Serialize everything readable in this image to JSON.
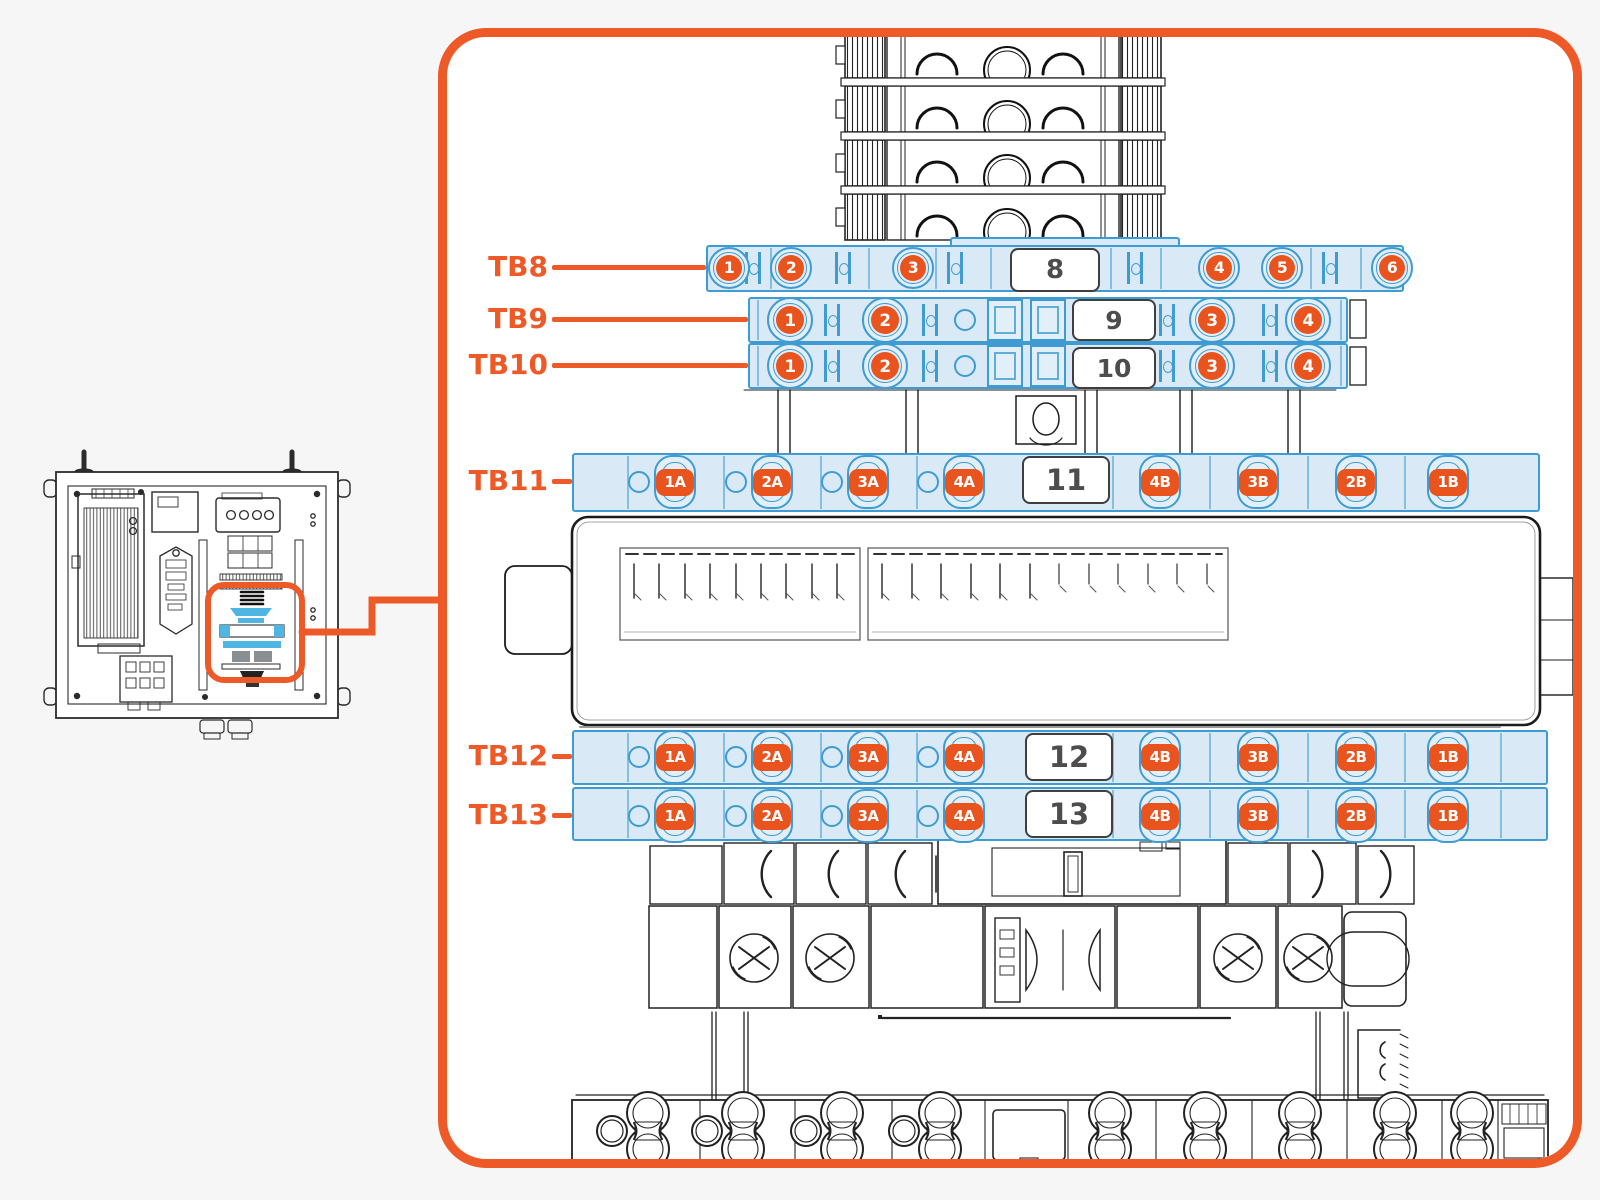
{
  "colors": {
    "accent_orange": "#EE5A27",
    "badge_fill": "#E8531E",
    "badge_text": "#FFFFFF",
    "strip_fill": "#D9E9F6",
    "strip_stroke": "#3E9CD3",
    "number_text": "#4D4D4D",
    "lineart": "#1C1C1C",
    "page_bg": "#F6F6F7",
    "panel_bg": "#FFFFFF",
    "highlight_blue": "#4FB6E3"
  },
  "terminal_rows": [
    {
      "id": "tb8",
      "label": "TB8",
      "center_label": "8",
      "left_terminals": [
        "1",
        "2",
        "3"
      ],
      "right_terminals": [
        "4",
        "5",
        "6"
      ]
    },
    {
      "id": "tb9",
      "label": "TB9",
      "center_label": "9",
      "left_terminals": [
        "1",
        "2"
      ],
      "right_terminals": [
        "3",
        "4"
      ]
    },
    {
      "id": "tb10",
      "label": "TB10",
      "center_label": "10",
      "left_terminals": [
        "1",
        "2"
      ],
      "right_terminals": [
        "3",
        "4"
      ]
    },
    {
      "id": "tb11",
      "label": "TB11",
      "center_label": "11",
      "left_terminals": [
        "1A",
        "2A",
        "3A",
        "4A"
      ],
      "right_terminals": [
        "4B",
        "3B",
        "2B",
        "1B"
      ]
    },
    {
      "id": "tb12",
      "label": "TB12",
      "center_label": "12",
      "left_terminals": [
        "1A",
        "2A",
        "3A",
        "4A"
      ],
      "right_terminals": [
        "4B",
        "3B",
        "2B",
        "1B"
      ]
    },
    {
      "id": "tb13",
      "label": "TB13",
      "center_label": "13",
      "left_terminals": [
        "1A",
        "2A",
        "3A",
        "4A"
      ],
      "right_terminals": [
        "4B",
        "3B",
        "2B",
        "1B"
      ]
    }
  ]
}
